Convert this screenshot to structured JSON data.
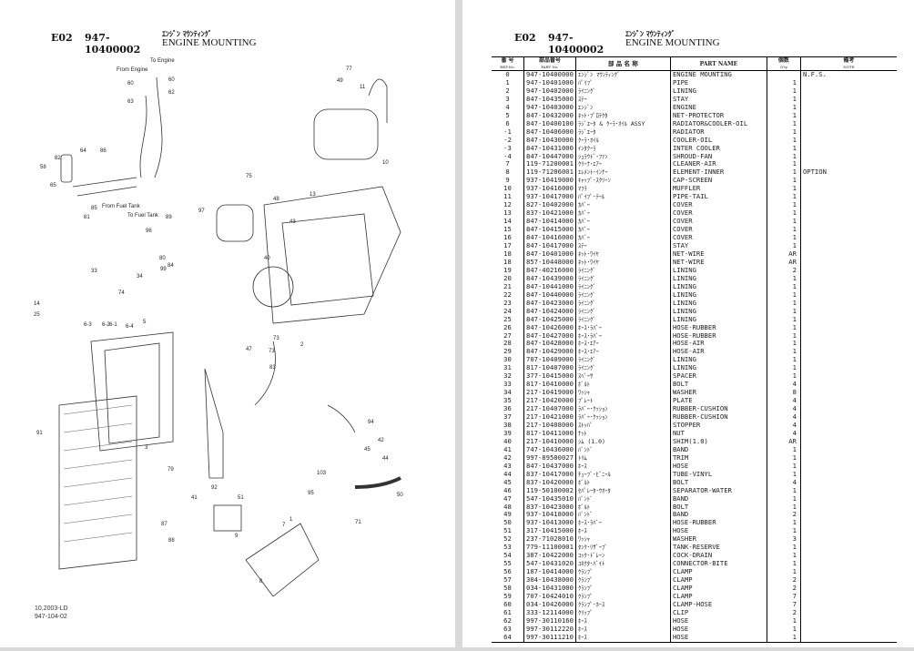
{
  "header": {
    "section": "E02",
    "assembly_no": "947-10400002",
    "title_jp": "ｴﾝｼﾞﾝ ﾏｳﾝﾃｨﾝｸﾞ",
    "title_en": "ENGINE MOUNTING"
  },
  "footer": {
    "line1": "10,2003-LD",
    "line2": "947-104-02"
  },
  "diagram": {
    "annotations": [
      "From Engine",
      "To Engine",
      "From Fuel Tank",
      "To Fuel Tank"
    ],
    "callouts": [
      "60",
      "62",
      "63",
      "60",
      "77",
      "49",
      "11",
      "10",
      "82",
      "64",
      "86",
      "58",
      "65",
      "81",
      "85",
      "75",
      "48",
      "13",
      "43",
      "97",
      "89",
      "96",
      "40",
      "80",
      "33",
      "34",
      "99",
      "84",
      "74",
      "14",
      "25",
      "6-3",
      "6-2",
      "6-1",
      "6-4",
      "5",
      "73",
      "73",
      "2",
      "47",
      "83",
      "94",
      "91",
      "79",
      "3",
      "92",
      "103",
      "95",
      "50",
      "51",
      "41",
      "87",
      "88",
      "1",
      "7",
      "9",
      "8",
      "42",
      "44",
      "45",
      "71"
    ]
  },
  "table": {
    "headers": {
      "ref_jp": "番 号",
      "ref": "REF.No.",
      "part_no_jp": "部品番号",
      "part_no": "PART No.",
      "name_jp": "部 品 名 称",
      "part_name": "PART NAME",
      "qty_jp": "個数",
      "qty": "Q'ty",
      "note_jp": "備考",
      "note": "NOTE"
    },
    "rows": [
      [
        "0",
        "947-10400000",
        "ｴﾝｼﾞﾝ ﾏｳﾝﾃｨﾝｸﾞ",
        "ENGINE MOUNTING",
        "",
        "N.F.S."
      ],
      [
        "1",
        "947-10401000",
        "ﾊﾟｲﾌﾟ",
        "PIPE",
        "1",
        ""
      ],
      [
        "2",
        "947-10402000",
        "ﾗｲﾆﾝｸﾞ",
        "LINING",
        "1",
        ""
      ],
      [
        "3",
        "847-10435000",
        "ｽﾃｰ",
        "STAY",
        "1",
        ""
      ],
      [
        "4",
        "947-10403000",
        "ｴﾝｼﾞﾝ",
        "ENGINE",
        "1",
        ""
      ],
      [
        "5",
        "847-10432000",
        "ﾈｯﾄ･ﾌﾟﾛﾃｸﾀ",
        "NET-PROTECTOR",
        "1",
        ""
      ],
      [
        "6",
        "847-10400100",
        "ﾗｼﾞｴｰﾀ & ｸｰﾗ･ｵｲﾙ ASSY",
        "RADIATOR&COOLER-OIL",
        "1",
        ""
      ],
      [
        "-1",
        "847-10406000",
        "ﾗｼﾞｴｰﾀ",
        "RADIATOR",
        "1",
        ""
      ],
      [
        "-2",
        "847-10430000",
        "ｸｰﾗ･ｵｲﾙ",
        "COOLER-OIL",
        "1",
        ""
      ],
      [
        "-3",
        "847-10431000",
        "ｲﾝﾀｸｰﾗ",
        "INTER COOLER",
        "1",
        ""
      ],
      [
        "-4",
        "847-10447000",
        "ｼｭﾗｳﾄﾞ･ﾌｧﾝ",
        "SHROUD-FAN",
        "1",
        ""
      ],
      [
        "7",
        "119-71200001",
        "ｸﾘｰﾅ･ｴｱｰ",
        "CLEANER-AIR",
        "1",
        ""
      ],
      [
        "8",
        "119-71206001",
        "ｴﾚﾒﾝﾄ･ｲﾝﾅｰ",
        "ELEMENT-INNER",
        "1",
        "OPTION"
      ],
      [
        "9",
        "937-10419000",
        "ｷｬｯﾌﾟ･ｽｸﾘｰﾝ",
        "CAP-SCREEN",
        "1",
        ""
      ],
      [
        "10",
        "937-10416000",
        "ﾏﾌﾗ",
        "MUFFLER",
        "1",
        ""
      ],
      [
        "11",
        "937-10417000",
        "ﾊﾟｲﾌﾟ･ﾃｰﾙ",
        "PIPE-TAIL",
        "1",
        ""
      ],
      [
        "12",
        "827-10402000",
        "ｶﾊﾞｰ",
        "COVER",
        "1",
        ""
      ],
      [
        "13",
        "837-10421000",
        "ｶﾊﾞｰ",
        "COVER",
        "1",
        ""
      ],
      [
        "14",
        "847-10414000",
        "ｶﾊﾞｰ",
        "COVER",
        "1",
        ""
      ],
      [
        "15",
        "847-10415000",
        "ｶﾊﾞｰ",
        "COVER",
        "1",
        ""
      ],
      [
        "16",
        "847-10416000",
        "ｶﾊﾞｰ",
        "COVER",
        "1",
        ""
      ],
      [
        "17",
        "847-10417000",
        "ｽﾃｰ",
        "STAY",
        "1",
        ""
      ],
      [
        "18",
        "847-10401000",
        "ﾈｯﾄ･ﾜｲﾔ",
        "NET-WIRE",
        "AR",
        ""
      ],
      [
        "18",
        "857-10448000",
        "ﾈｯﾄ･ﾜｲﾔ",
        "NET-WIRE",
        "AR",
        ""
      ],
      [
        "19",
        "847-40216000",
        "ﾗｲﾆﾝｸﾞ",
        "LINING",
        "2",
        ""
      ],
      [
        "20",
        "847-10439000",
        "ﾗｲﾆﾝｸﾞ",
        "LINING",
        "1",
        ""
      ],
      [
        "21",
        "847-10441000",
        "ﾗｲﾆﾝｸﾞ",
        "LINING",
        "1",
        ""
      ],
      [
        "22",
        "847-10440000",
        "ﾗｲﾆﾝｸﾞ",
        "LINING",
        "1",
        ""
      ],
      [
        "23",
        "847-10423000",
        "ﾗｲﾆﾝｸﾞ",
        "LINING",
        "1",
        ""
      ],
      [
        "24",
        "847-10424000",
        "ﾗｲﾆﾝｸﾞ",
        "LINING",
        "1",
        ""
      ],
      [
        "25",
        "847-10425000",
        "ﾗｲﾆﾝｸﾞ",
        "LINING",
        "1",
        ""
      ],
      [
        "26",
        "847-10426000",
        "ﾎｰｽ･ﾗﾊﾞｰ",
        "HOSE-RUBBER",
        "1",
        ""
      ],
      [
        "27",
        "847-10427000",
        "ﾎｰｽ･ﾗﾊﾞｰ",
        "HOSE-RUBBER",
        "1",
        ""
      ],
      [
        "28",
        "847-10428000",
        "ﾎｰｽ･ｴｱｰ",
        "HOSE-AIR",
        "1",
        ""
      ],
      [
        "29",
        "847-10429000",
        "ﾎｰｽ･ｴｱｰ",
        "HOSE-AIR",
        "1",
        ""
      ],
      [
        "30",
        "707-10409000",
        "ﾗｲﾆﾝｸﾞ",
        "LINING",
        "1",
        ""
      ],
      [
        "31",
        "817-10407000",
        "ﾗｲﾆﾝｸﾞ",
        "LINING",
        "1",
        ""
      ],
      [
        "32",
        "377-10415000",
        "ｽﾍﾟｰｻ",
        "SPACER",
        "1",
        ""
      ],
      [
        "33",
        "817-10410000",
        "ﾎﾞﾙﾄ",
        "BOLT",
        "4",
        ""
      ],
      [
        "34",
        "217-10419000",
        "ﾜｯｼｬ",
        "WASHER",
        "8",
        ""
      ],
      [
        "35",
        "217-10420000",
        "ﾌﾟﾚｰﾄ",
        "PLATE",
        "4",
        ""
      ],
      [
        "36",
        "217-10407000",
        "ﾗﾊﾞｰ･ｸｯｼｮﾝ",
        "RUBBER-CUSHION",
        "4",
        ""
      ],
      [
        "37",
        "217-10421000",
        "ﾗﾊﾞｰ･ｸｯｼｮﾝ",
        "RUBBER-CUSHION",
        "4",
        ""
      ],
      [
        "38",
        "217-10408000",
        "ｽﾄｯﾊﾟ",
        "STOPPER",
        "4",
        ""
      ],
      [
        "39",
        "817-10411000",
        "ﾅｯﾄ",
        "NUT",
        "4",
        ""
      ],
      [
        "40",
        "217-10410000",
        "ｼﾑ (1.0)",
        "SHIM(1.0)",
        "AR",
        ""
      ],
      [
        "41",
        "747-10436000",
        "ﾊﾞﾝﾄﾞ",
        "BAND",
        "1",
        ""
      ],
      [
        "42",
        "997-89500027",
        "ﾄﾘﾑ",
        "TRIM",
        "1",
        ""
      ],
      [
        "43",
        "847-10437000",
        "ﾎｰｽ",
        "HOSE",
        "1",
        ""
      ],
      [
        "44",
        "837-10417000",
        "ﾁｭｰﾌﾞ･ﾋﾞﾆｰﾙ",
        "TUBE-VINYL",
        "1",
        ""
      ],
      [
        "45",
        "837-10420000",
        "ﾎﾞﾙﾄ",
        "BOLT",
        "4",
        ""
      ],
      [
        "46",
        "119-50100002",
        "ｾﾊﾟﾚｰﾀ･ｳｵｰﾀ",
        "SEPARATOR-WATER",
        "1",
        ""
      ],
      [
        "47",
        "547-10435010",
        "ﾊﾞﾝﾄﾞ",
        "BAND",
        "1",
        ""
      ],
      [
        "48",
        "837-10423000",
        "ﾎﾞﾙﾄ",
        "BOLT",
        "1",
        ""
      ],
      [
        "49",
        "937-10418000",
        "ﾊﾞﾝﾄﾞ",
        "BAND",
        "2",
        ""
      ],
      [
        "50",
        "937-10413000",
        "ﾎｰｽ･ﾗﾊﾞｰ",
        "HOSE-RUBBER",
        "1",
        ""
      ],
      [
        "51",
        "317-10415000",
        "ﾎｰｽ",
        "HOSE",
        "1",
        ""
      ],
      [
        "52",
        "237-71028010",
        "ﾜｯｼｬ",
        "WASHER",
        "3",
        ""
      ],
      [
        "53",
        "779-11100001",
        "ﾀﾝｸ･ﾘｻﾞｰﾌﾞ",
        "TANK-RESERVE",
        "1",
        ""
      ],
      [
        "54",
        "387-10422000",
        "ｺｯｸ･ﾄﾞﾚｰﾝ",
        "COCK-DRAIN",
        "1",
        ""
      ],
      [
        "55",
        "547-10431020",
        "ｺﾈｸﾀ･ﾊﾞｲﾄ",
        "CONNECTOR-BITE",
        "1",
        ""
      ],
      [
        "56",
        "187-10414000",
        "ｸﾗﾝﾌﾟ",
        "CLAMP",
        "1",
        ""
      ],
      [
        "57",
        "304-10438000",
        "ｸﾗﾝﾌﾟ",
        "CLAMP",
        "2",
        ""
      ],
      [
        "58",
        "034-10431000",
        "ｸﾗﾝﾌﾟ",
        "CLAMP",
        "2",
        ""
      ],
      [
        "59",
        "707-10424010",
        "ｸﾗﾝﾌﾟ",
        "CLAMP",
        "7",
        ""
      ],
      [
        "60",
        "034-10426000",
        "ｸﾗﾝﾌﾟ･ﾎｰｽ",
        "CLAMP-HOSE",
        "7",
        ""
      ],
      [
        "61",
        "333-12114000",
        "ｸﾘｯﾌﾟ",
        "CLIP",
        "2",
        ""
      ],
      [
        "62",
        "997-30110160",
        "ﾎｰｽ",
        "HOSE",
        "1",
        ""
      ],
      [
        "63",
        "997-30112220",
        "ﾎｰｽ",
        "HOSE",
        "1",
        ""
      ],
      [
        "64",
        "997-30111210",
        "ﾎｰｽ",
        "HOSE",
        "1",
        ""
      ]
    ]
  }
}
